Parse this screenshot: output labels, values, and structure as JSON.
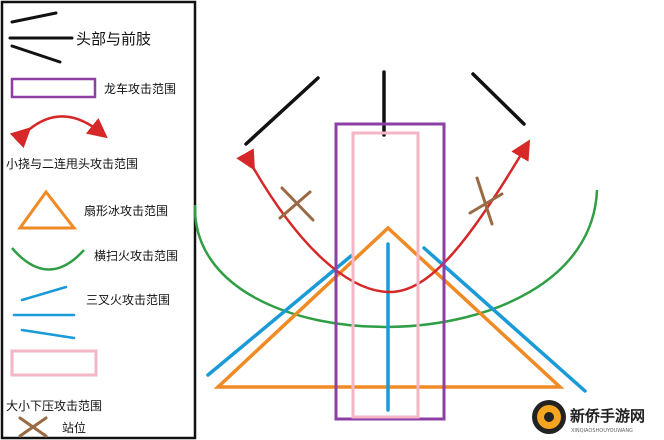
{
  "legend": {
    "head_limbs": "头部与前肢",
    "dragon_car": "龙车攻击范围",
    "scratch_tail": "小挠与二连甩头攻击范围",
    "fan_ice": "扇形冰攻击范围",
    "sweep_fire": "横扫火攻击范围",
    "trident_fire": "三叉火攻击范围",
    "press_attack": "大小下压攻击范围",
    "stand_position": "站位"
  },
  "watermark": {
    "title": "新侨手游网",
    "subtitle": "XINQIAOSHOUYOUWANG"
  },
  "colors": {
    "black": "#111111",
    "purple": "#8e3fa6",
    "red": "#d62828",
    "orange": "#f08a24",
    "green": "#2f9e44",
    "blue": "#1a9bd7",
    "pink": "#f4b6c6",
    "brown": "#9a6a45"
  }
}
